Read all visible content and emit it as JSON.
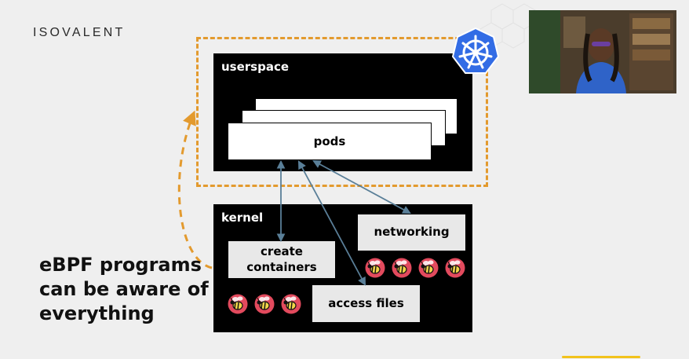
{
  "slide": {
    "logo_text": "ISOVALENT",
    "userspace": {
      "title": "userspace",
      "pods_label": "pods"
    },
    "kernel": {
      "title": "kernel",
      "create_containers_line1": "create",
      "create_containers_line2": "containers",
      "networking_label": "networking",
      "access_files_label": "access files"
    },
    "caption": {
      "line1": "eBPF programs",
      "line2": "can be aware of",
      "line3": "everything"
    }
  },
  "colors": {
    "accent_orange": "#e39a2e",
    "arrow_blue": "#5a7f98",
    "kubernetes_blue": "#326ce5",
    "bee_red": "#e24a5d",
    "panel_black": "#000000"
  },
  "icons": {
    "kubernetes": "kubernetes-logo-icon",
    "bee": "ebpf-bee-icon"
  }
}
